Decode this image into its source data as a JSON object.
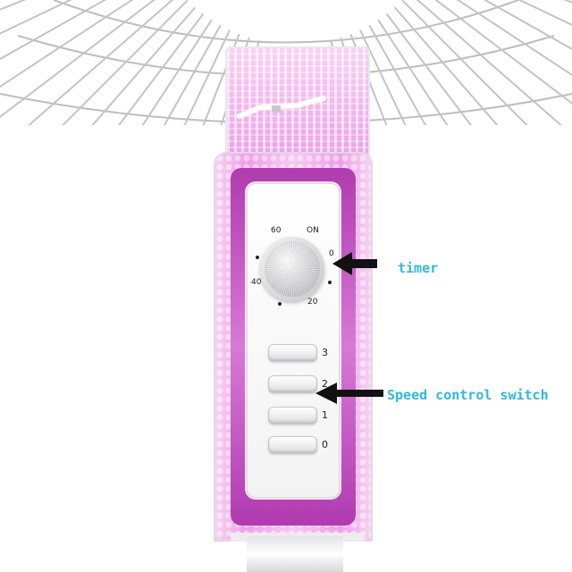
{
  "dial": {
    "labels": {
      "top_left": "60",
      "top_right": "ON",
      "right": "0",
      "left": "40",
      "bottom": "20"
    }
  },
  "speed_switch": {
    "labels": [
      "3",
      "2",
      "1",
      "0"
    ]
  },
  "annotations": {
    "timer": "timer",
    "speed": "Speed control switch",
    "color": "#2fb7e3"
  },
  "colors": {
    "body_pink": "#ee9ee8",
    "rim_magenta": "#b03bb0"
  }
}
